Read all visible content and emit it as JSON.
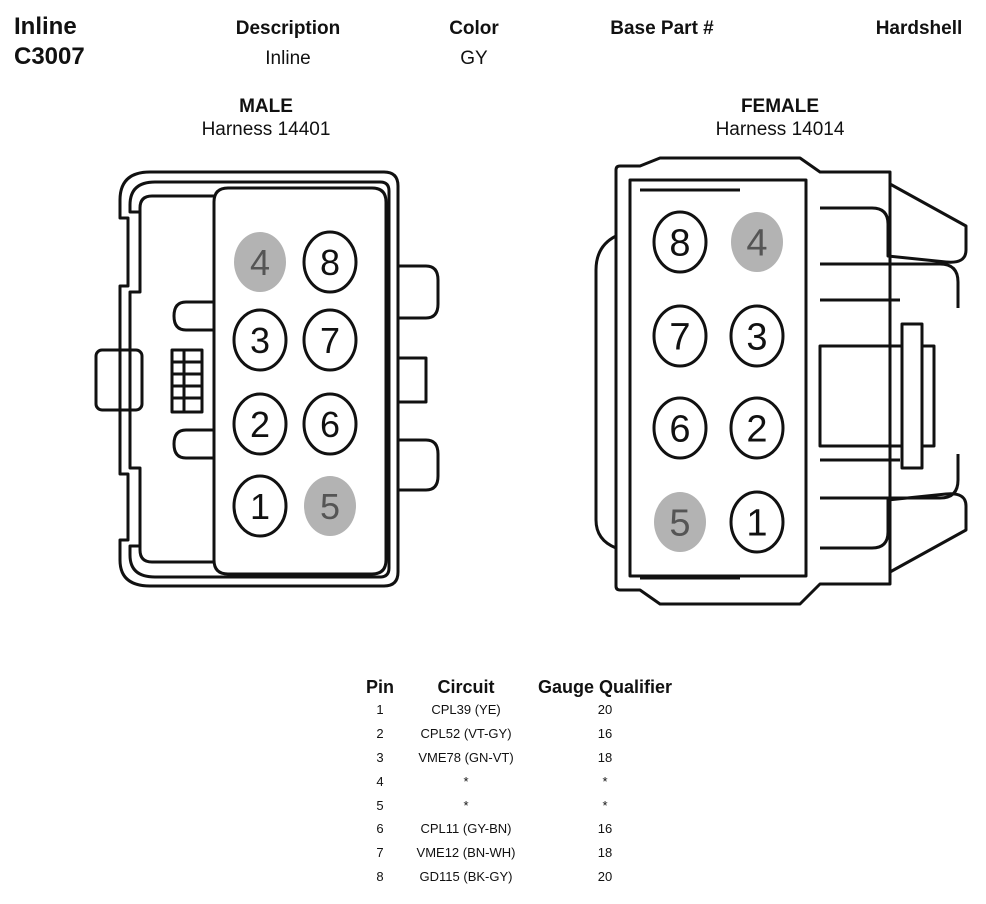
{
  "connector": {
    "title_line1": "Inline",
    "title_line2": "C3007"
  },
  "header": {
    "description_label": "Description",
    "description_value": "Inline",
    "color_label": "Color",
    "color_value": "GY",
    "base_part_label": "Base Part #",
    "base_part_value": "",
    "hardshell_label": "Hardshell",
    "hardshell_value": ""
  },
  "male": {
    "label": "MALE",
    "harness": "Harness 14401",
    "pins": [
      {
        "num": "4",
        "empty": true
      },
      {
        "num": "8",
        "empty": false
      },
      {
        "num": "3",
        "empty": false
      },
      {
        "num": "7",
        "empty": false
      },
      {
        "num": "2",
        "empty": false
      },
      {
        "num": "6",
        "empty": false
      },
      {
        "num": "1",
        "empty": false
      },
      {
        "num": "5",
        "empty": true
      }
    ]
  },
  "female": {
    "label": "FEMALE",
    "harness": "Harness 14014",
    "pins": [
      {
        "num": "8",
        "empty": false
      },
      {
        "num": "4",
        "empty": true
      },
      {
        "num": "7",
        "empty": false
      },
      {
        "num": "3",
        "empty": false
      },
      {
        "num": "6",
        "empty": false
      },
      {
        "num": "2",
        "empty": false
      },
      {
        "num": "5",
        "empty": true
      },
      {
        "num": "1",
        "empty": false
      }
    ]
  },
  "colors": {
    "line": "#111111",
    "empty_pin": "#b3b3b3",
    "empty_pin_text": "#555555"
  },
  "table": {
    "headers": {
      "pin": "Pin",
      "circuit": "Circuit",
      "gauge": "Gauge Qualifier"
    },
    "rows": [
      {
        "pin": "1",
        "circuit": "CPL39 (YE)",
        "gauge": "20"
      },
      {
        "pin": "2",
        "circuit": "CPL52 (VT-GY)",
        "gauge": "16"
      },
      {
        "pin": "3",
        "circuit": "VME78 (GN-VT)",
        "gauge": "18"
      },
      {
        "pin": "4",
        "circuit": "*",
        "gauge": "*"
      },
      {
        "pin": "5",
        "circuit": "*",
        "gauge": "*"
      },
      {
        "pin": "6",
        "circuit": "CPL11 (GY-BN)",
        "gauge": "16"
      },
      {
        "pin": "7",
        "circuit": "VME12 (BN-WH)",
        "gauge": "18"
      },
      {
        "pin": "8",
        "circuit": "GD115 (BK-GY)",
        "gauge": "20"
      }
    ]
  }
}
